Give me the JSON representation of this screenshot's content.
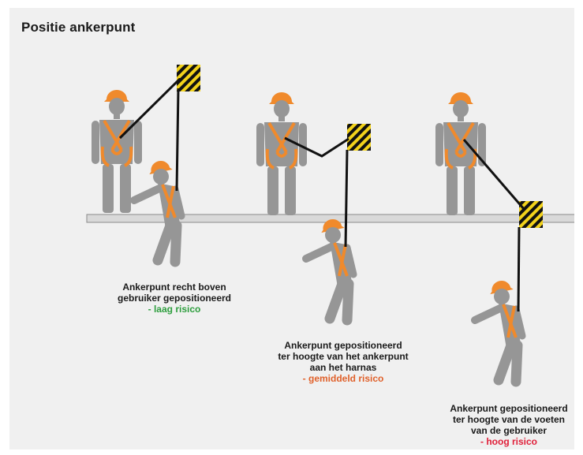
{
  "title": "Positie ankerpunt",
  "colors": {
    "body": "#969696",
    "harness": "#f08a2c",
    "helmet": "#f08a2c",
    "lanyard": "#111111",
    "beam": "#d9d9d9",
    "anchor_yellow": "#f2d21b",
    "anchor_black": "#111111"
  },
  "scenarios": [
    {
      "lines": [
        "Ankerpunt recht boven",
        "gebruiker gepositioneerd"
      ],
      "risk": "- laag risico",
      "risk_color": "#2e9e3e"
    },
    {
      "lines": [
        "Ankerpunt gepositioneerd",
        "ter hoogte van het ankerpunt",
        "aan het harnas"
      ],
      "risk": "- gemiddeld risico",
      "risk_color": "#e0612b"
    },
    {
      "lines": [
        "Ankerpunt gepositioneerd",
        "ter hoogte van de voeten",
        "van de gebruiker"
      ],
      "risk": "- hoog risico",
      "risk_color": "#e0203a"
    }
  ]
}
